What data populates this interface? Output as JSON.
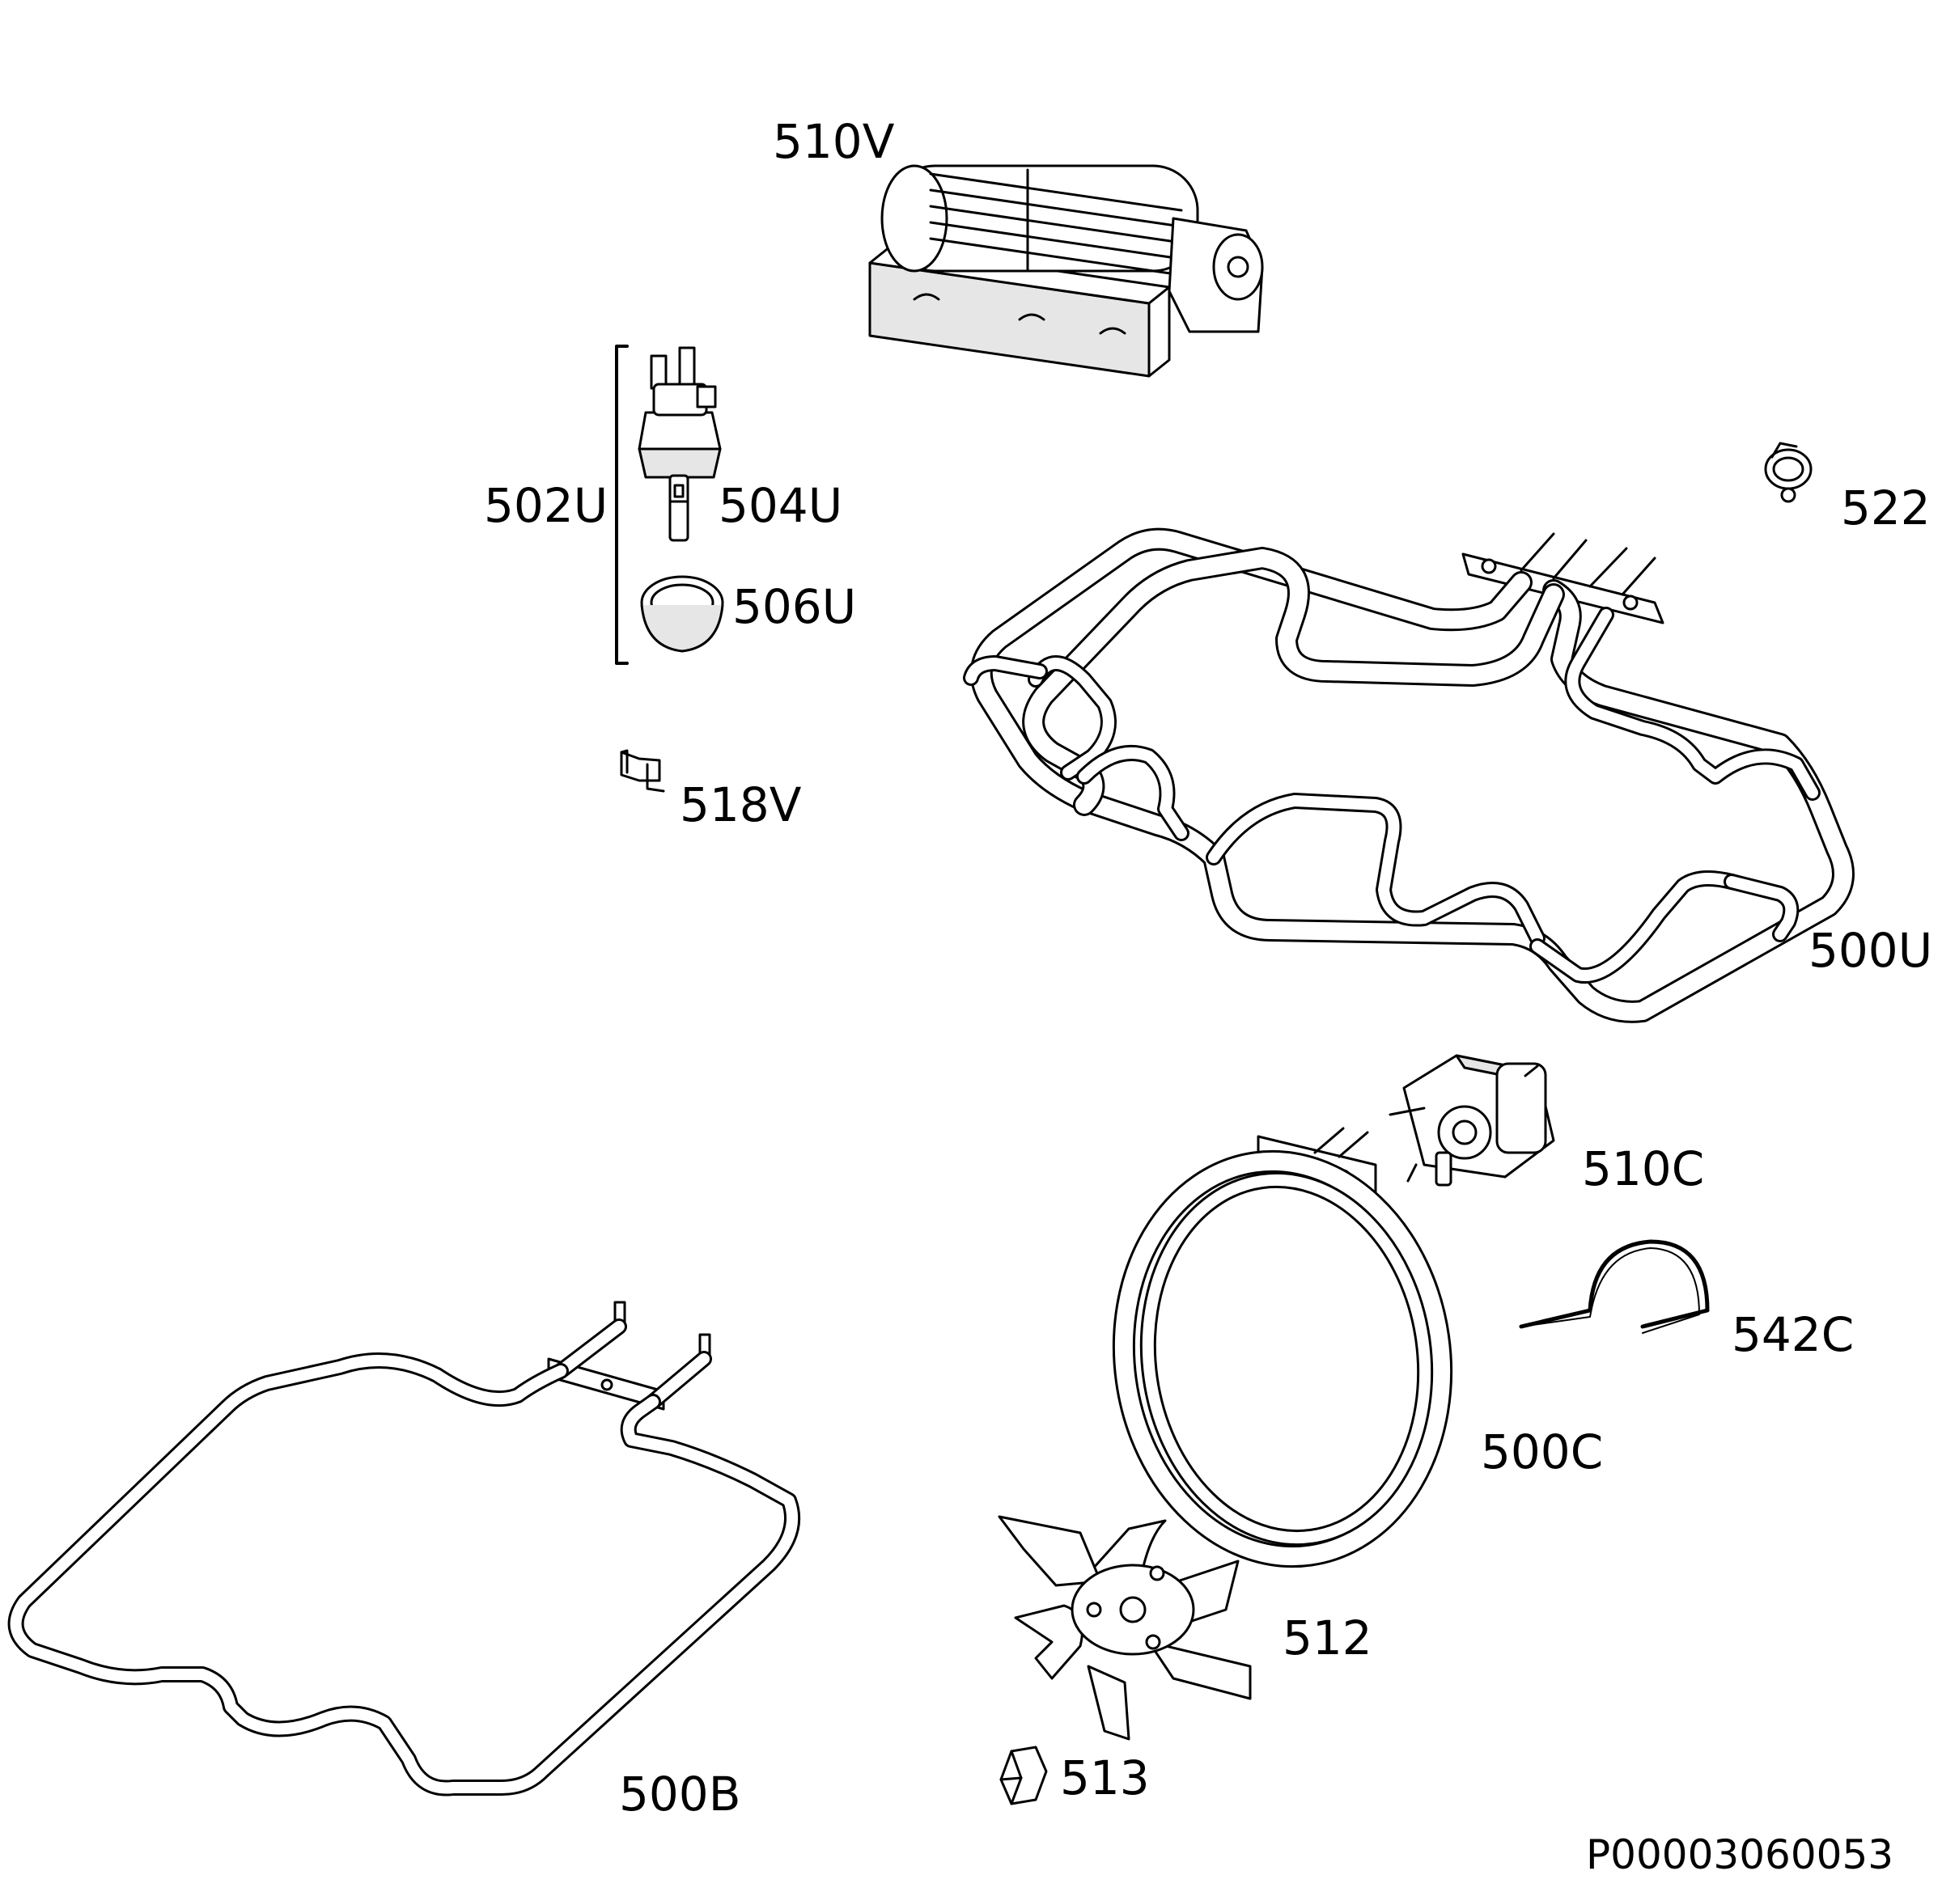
{
  "labels": {
    "p510V": "510V",
    "p502U": "502U",
    "p504U": "504U",
    "p506U": "506U",
    "p522": "522",
    "p518V": "518V",
    "p500U": "500U",
    "p510C": "510C",
    "p542C": "542C",
    "p500C": "500C",
    "p512": "512",
    "p513": "513",
    "p500B": "500B"
  },
  "drawing_id": "P00003060053"
}
